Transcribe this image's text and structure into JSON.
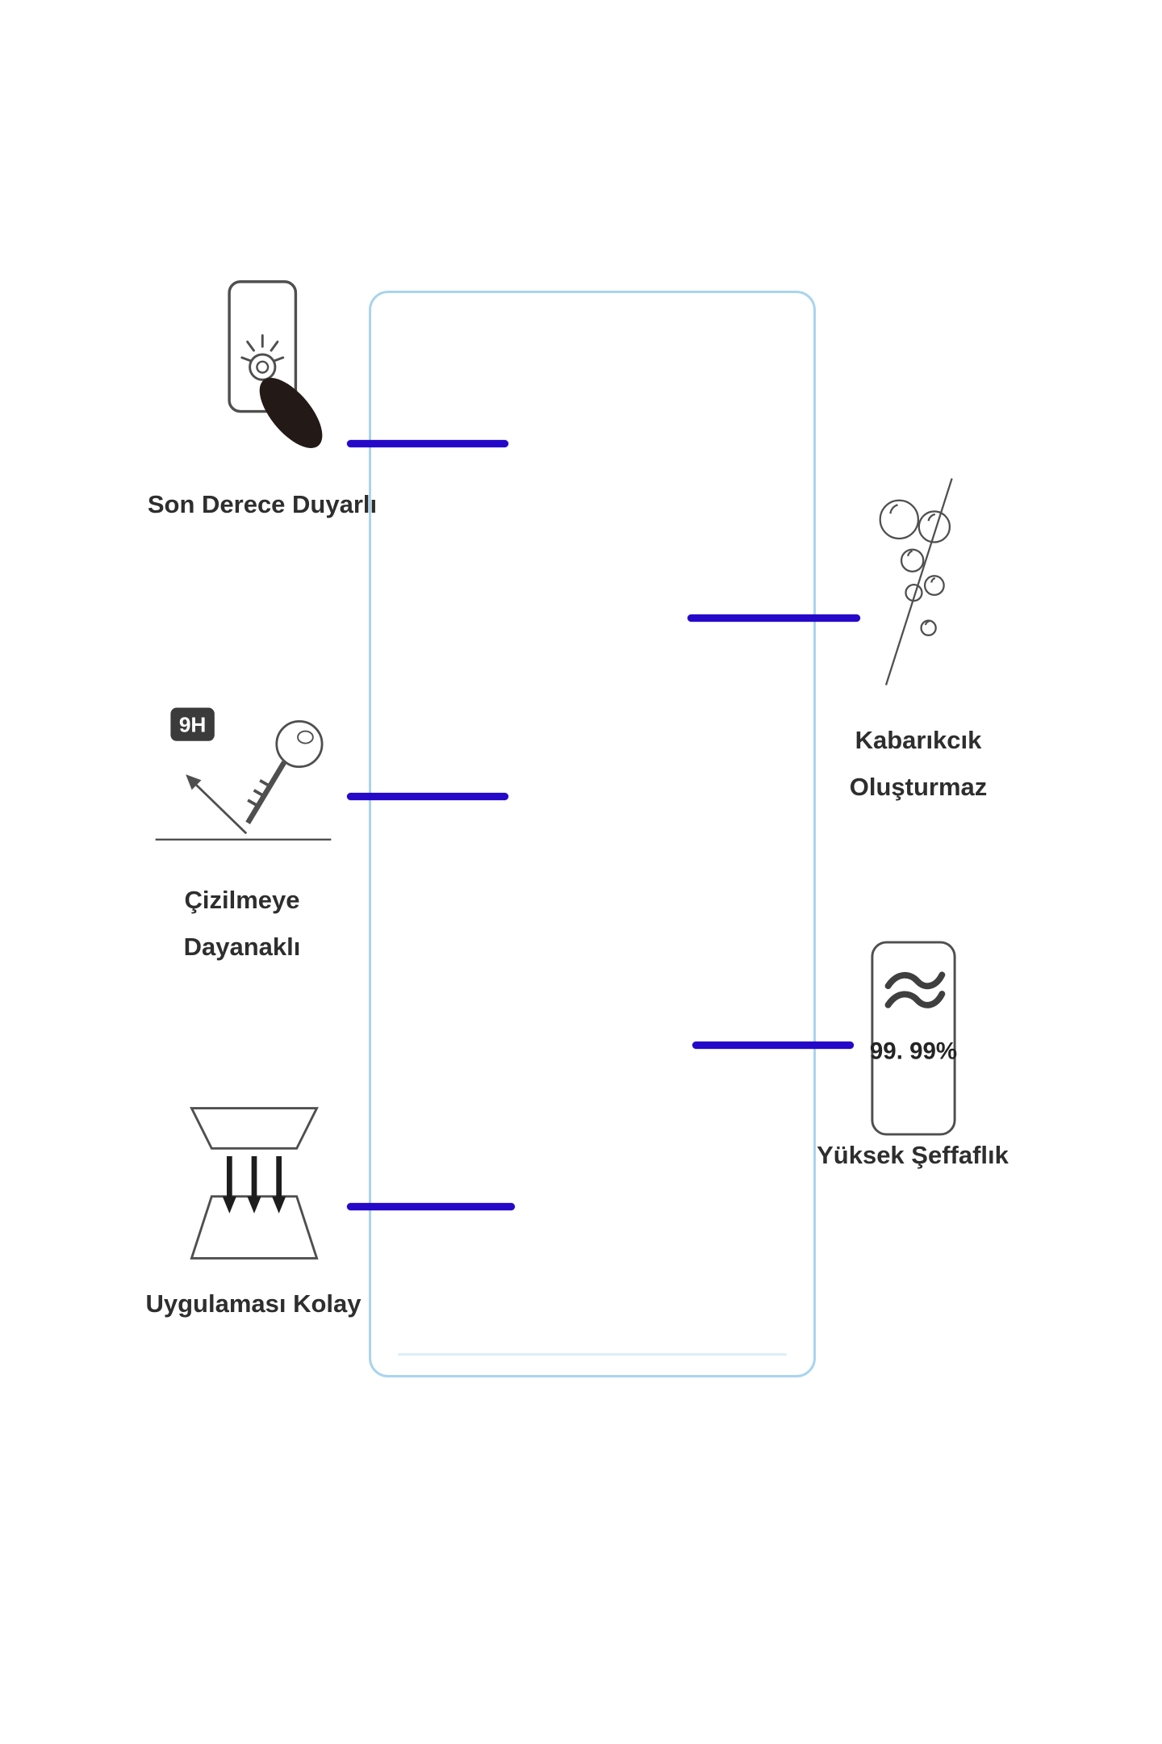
{
  "colors": {
    "background": "#ffffff",
    "glass_outline_blue": "#a9d4ee",
    "connector_blue": "#2508c8",
    "label_text": "#2e2e2e",
    "icon_stroke": "#4f4f4f",
    "hardness_badge_fill": "#3b3b3b"
  },
  "features": {
    "sensitive": {
      "label": "Son Derece Duyarlı",
      "icon": "touch-press-icon"
    },
    "no_bubbles": {
      "label_line1": "Kabarıkcık",
      "label_line2": "Oluşturmaz",
      "icon": "no-bubbles-icon"
    },
    "scratch_resistant": {
      "label_line1": "Çizilmeye",
      "label_line2": "Dayanaklı",
      "hardness_badge": "9H",
      "icon": "hardness-key-icon"
    },
    "high_transparency": {
      "label": "Yüksek Şeffaflık",
      "transparency_value": "99. 99%",
      "icon": "transparency-icon"
    },
    "easy_application": {
      "label": "Uygulaması Kolay",
      "icon": "easy-apply-icon"
    }
  }
}
